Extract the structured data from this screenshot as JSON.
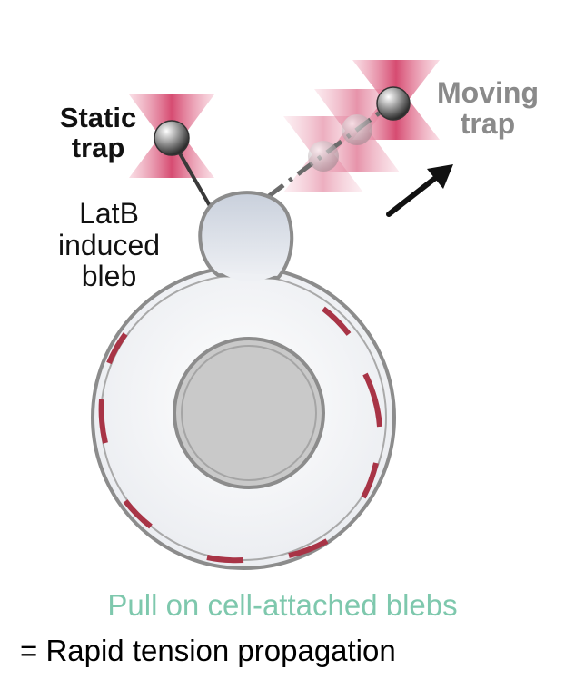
{
  "labels": {
    "static_trap": [
      "Static",
      "trap"
    ],
    "moving_trap": [
      "Moving",
      "trap"
    ],
    "bleb": [
      "LatB",
      "induced",
      "bleb"
    ]
  },
  "caption": {
    "line1": "Pull on cell-attached blebs",
    "line2": "= Rapid tension propagation"
  },
  "colors": {
    "trap_red": "#c8345a",
    "cortex_dash": "#a83446",
    "caption_accent": "#7ec8ad",
    "moving_label": "#8a8a8a",
    "cell_outline": "#8c8c8c",
    "nucleus_fill": "#c9c9c9"
  },
  "icons": {
    "direction_arrow": "arrow-up-right-icon",
    "bead": "bead-icon"
  }
}
